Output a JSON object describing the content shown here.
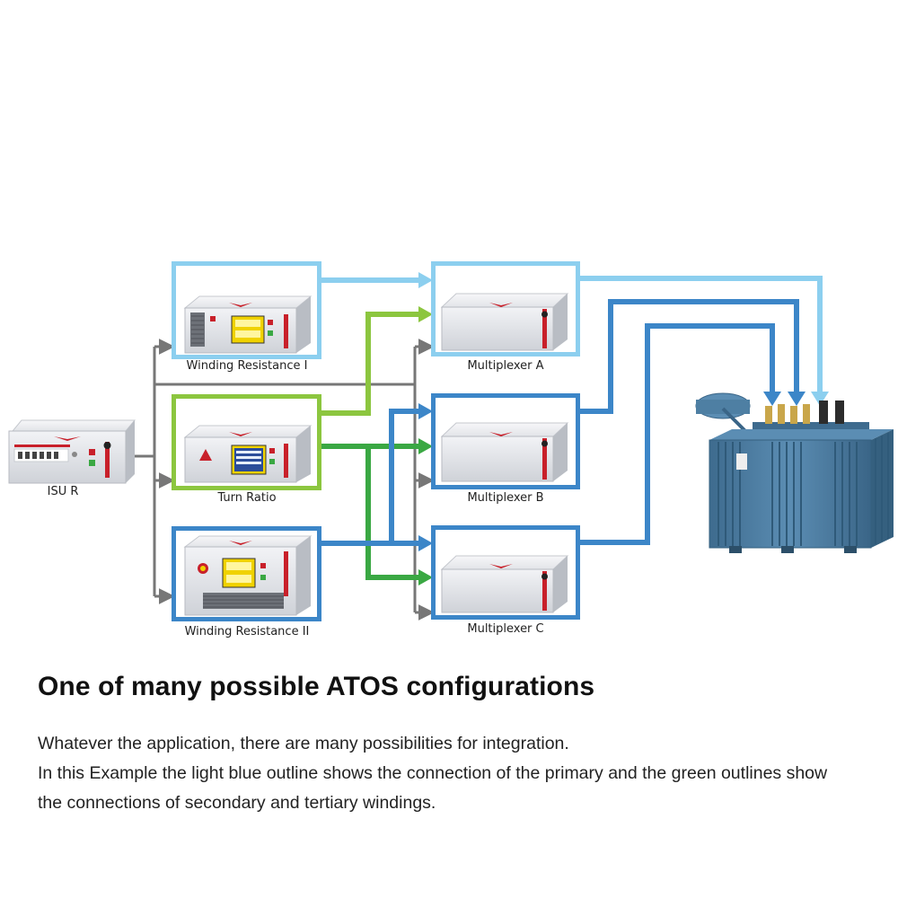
{
  "devices": {
    "isu_r": "ISU R",
    "winding_resistance_1": "Winding Resistance I",
    "turn_ratio": "Turn Ratio",
    "winding_resistance_2": "Winding Resistance II",
    "multiplexer_a": "Multiplexer A",
    "multiplexer_b": "Multiplexer B",
    "multiplexer_c": "Multiplexer C"
  },
  "colors": {
    "light_blue": "#8ccfef",
    "green_light": "#8cc63f",
    "green": "#3aa843",
    "blue": "#3c86c8",
    "gray": "#777777",
    "device_panel": "#e3e5e9",
    "accent_red": "#c8202a",
    "transformer": "#4e7fa3"
  },
  "heading": "One of many possible ATOS configurations",
  "description": {
    "line1": "Whatever the application, there are many possibilities for integration.",
    "line2": "In this Example the light blue outline shows the connection of the primary and the green outlines show the connections of secondary and tertiary windings."
  }
}
